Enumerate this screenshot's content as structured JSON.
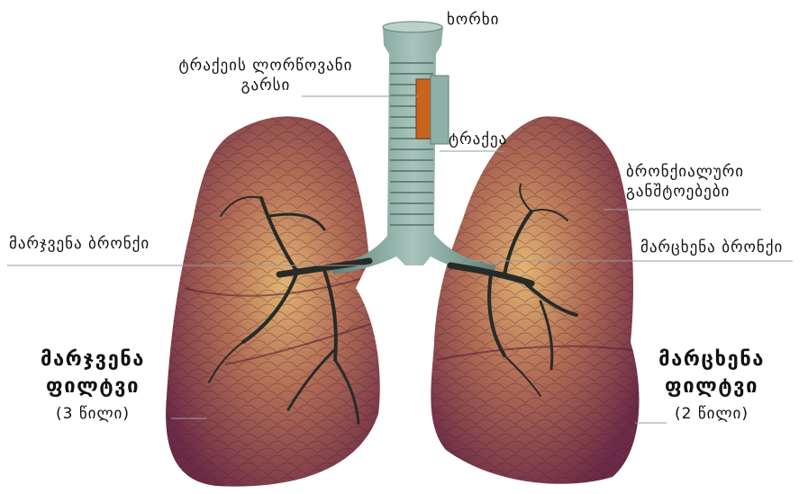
{
  "labels": {
    "larynx": "ხორხი",
    "trachea_mucosa_line1": "ტრაქეის ლორწოვანი",
    "trachea_mucosa_line2": "გარსი",
    "trachea": "ტრაქეა",
    "bronchial_branching_line1": "ბრონქიალური",
    "bronchial_branching_line2": "განშტოებები",
    "right_bronchus": "მარჯვენა ბრონქი",
    "left_bronchus": "მარცხენა ბრონქი",
    "right_lung_line1": "მარჯვენა",
    "right_lung_line2": "ფილტვი",
    "right_lung_lobes": "(3 წილი)",
    "left_lung_line1": "მარცხენა",
    "left_lung_line2": "ფილტვი",
    "left_lung_lobes": "(2 წილი)"
  },
  "colors": {
    "lung_center": "#d9a866",
    "lung_mid": "#a8604f",
    "lung_edge": "#6e2c45",
    "trachea": "#7fa39a",
    "bronchi": "#2a2f2c",
    "mucosa": "#c8641e",
    "leader_line": "#9a9a9a"
  }
}
